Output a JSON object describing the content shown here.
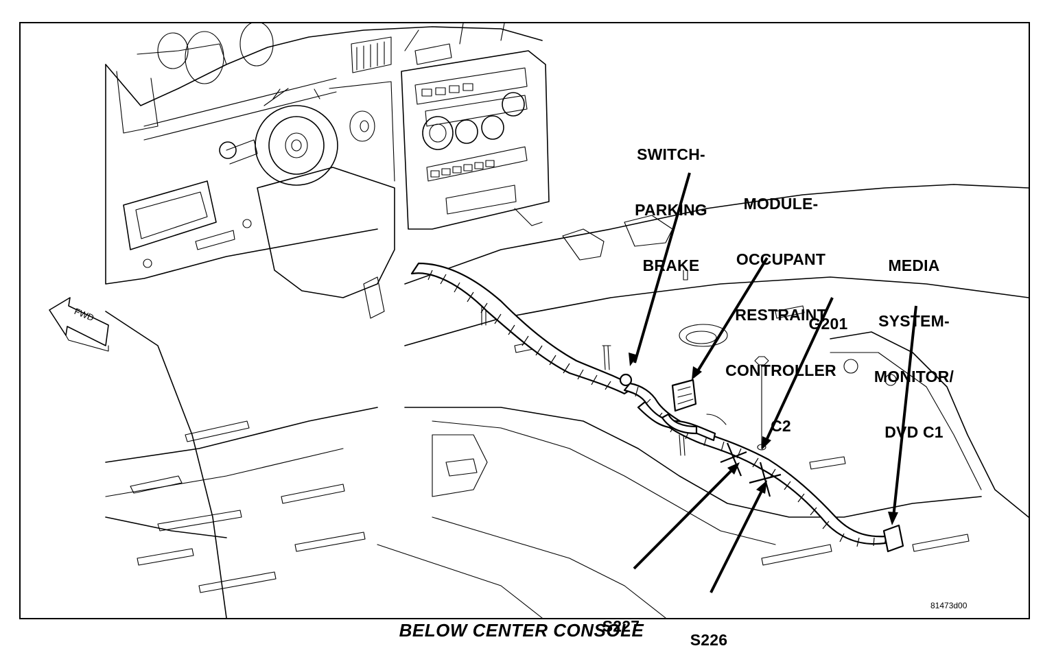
{
  "labels": {
    "switch_parking_brake": [
      "SWITCH-",
      "PARKING",
      "BRAKE"
    ],
    "module_occupant": [
      "MODULE-",
      "OCCUPANT",
      "RESTRAINT",
      "CONTROLLER",
      "C2"
    ],
    "media_system": [
      "MEDIA",
      "SYSTEM-",
      "MONITOR/",
      "DVD C1"
    ],
    "g201": "G201",
    "s227": "S227",
    "s226": "S226",
    "fwd": "FWD"
  },
  "figure_code": "81473d00",
  "caption": "BELOW CENTER CONSOLE"
}
